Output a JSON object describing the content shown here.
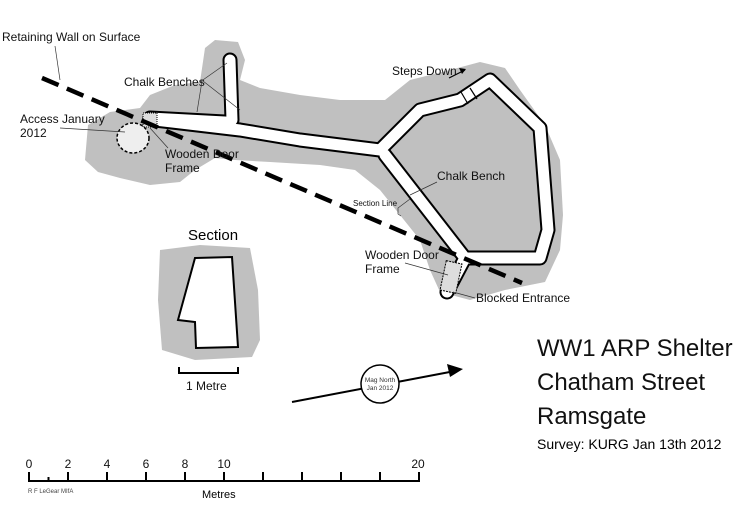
{
  "labels": {
    "retaining_wall": "Retaining Wall on Surface",
    "chalk_benches": "Chalk Benches",
    "access_line1": "Access January",
    "access_line2": "2012",
    "wooden_door_1_line1": "Wooden Door",
    "wooden_door_1_line2": "Frame",
    "steps_down": "Steps Down",
    "chalk_bench": "Chalk Bench",
    "section_line": "Section Line",
    "wooden_door_2_line1": "Wooden Door",
    "wooden_door_2_line2": "Frame",
    "blocked_entrance": "Blocked Entrance"
  },
  "section": {
    "title": "Section",
    "scale_label": "1 Metre"
  },
  "north": {
    "line1": "Mag North",
    "line2": "Jan 2012"
  },
  "title": {
    "line1": "WW1 ARP Shelter",
    "line2": "Chatham Street",
    "line3": "Ramsgate",
    "survey": "Survey: KURG Jan 13th 2012"
  },
  "scale_bar": {
    "unit_label": "Metres",
    "author": "R F LeGear MIfA",
    "max_metres": 20,
    "tick_labels": [
      "0",
      "2",
      "4",
      "6",
      "8",
      "10",
      "20"
    ],
    "tick_label_values": [
      0,
      2,
      4,
      6,
      8,
      10,
      20
    ]
  },
  "colors": {
    "rock": "#bfbfbf",
    "ink": "#000000"
  }
}
